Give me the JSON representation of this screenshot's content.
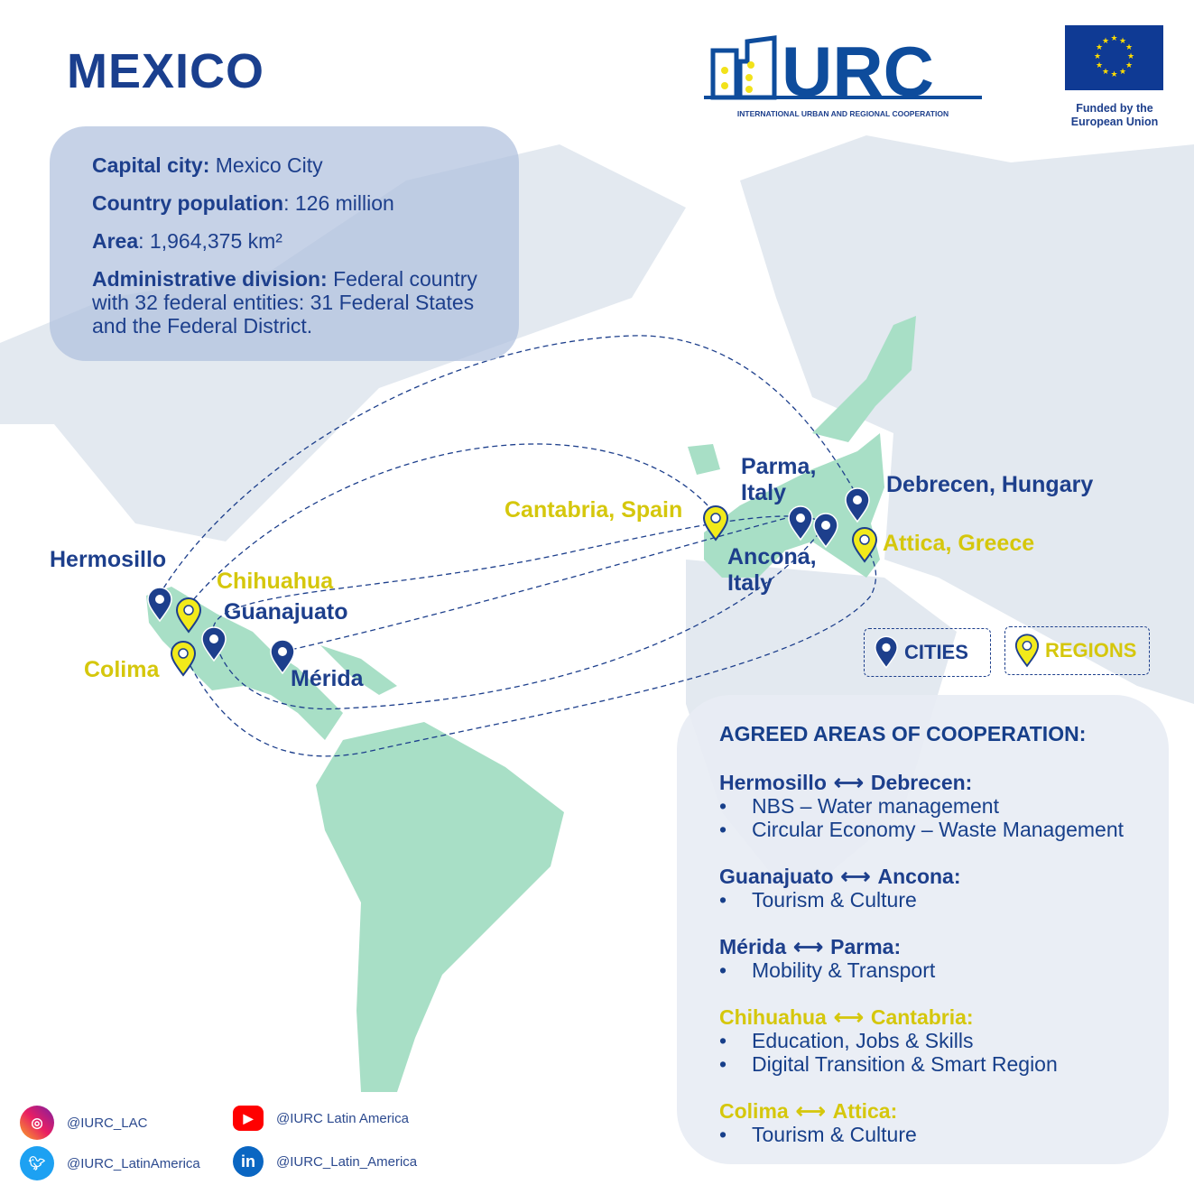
{
  "title": "MEXICO",
  "logo": {
    "name": "IURC",
    "subtitle": "INTERNATIONAL URBAN AND REGIONAL COOPERATION"
  },
  "eu": {
    "funded": "Funded by the European Union"
  },
  "info": {
    "capital_label": "Capital city:",
    "capital_value": " Mexico City",
    "population_label": "Country population",
    "population_value": ": 126 million",
    "area_label": "Area",
    "area_value": ": 1,964,375 km²",
    "admin_label": "Administrative division:",
    "admin_value": " Federal country with 32 federal entities: 31 Federal States and the Federal District."
  },
  "map_labels": {
    "hermosillo": "Hermosillo",
    "chihuahua": "Chihuahua",
    "guanajuato": "Guanajuato",
    "colima": "Colima",
    "merida": "Mérida",
    "cantabria": "Cantabria, Spain",
    "parma": "Parma,\nItaly",
    "ancona": "Ancona,\nItaly",
    "debrecen": "Debrecen, Hungary",
    "attica": "Attica, Greece"
  },
  "legend": {
    "cities": "CITIES",
    "regions": "REGIONS"
  },
  "colors": {
    "navy": "#1d3f8c",
    "yellow": "#d5c70c",
    "land": "#a8dfc6"
  },
  "cooperation": {
    "heading": "AGREED AREAS OF COOPERATION:",
    "pairs": [
      {
        "from": "Hermosillo",
        "to": "Debrecen:",
        "items": [
          "NBS – Water management",
          "Circular Economy – Waste Management"
        ],
        "type": "city"
      },
      {
        "from": "Guanajuato",
        "to": "Ancona:",
        "items": [
          "Tourism & Culture"
        ],
        "type": "city"
      },
      {
        "from": "Mérida",
        "to": "Parma:",
        "items": [
          "Mobility & Transport"
        ],
        "type": "city"
      },
      {
        "from": "Chihuahua",
        "to": "Cantabria:",
        "items": [
          "Education, Jobs & Skills",
          "Digital Transition & Smart Region"
        ],
        "type": "region"
      },
      {
        "from": "Colima",
        "to": "Attica:",
        "items": [
          "Tourism & Culture"
        ],
        "type": "region"
      }
    ]
  },
  "social": {
    "instagram": "@IURC_LAC",
    "youtube": "@IURC Latin America",
    "twitter": "@IURC_LatinAmerica",
    "linkedin": "@IURC_Latin_America"
  }
}
